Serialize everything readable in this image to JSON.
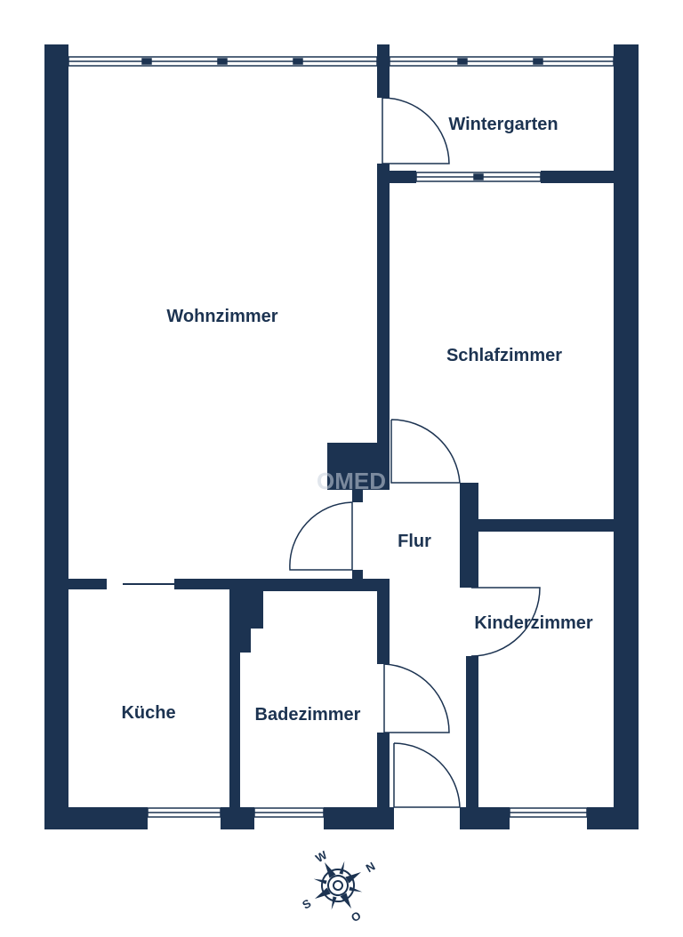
{
  "rooms": {
    "wintergarten": "Wintergarten",
    "wohnzimmer": "Wohnzimmer",
    "schlafzimmer": "Schlafzimmer",
    "flur": "Flur",
    "kinderzimmer": "Kinderzimmer",
    "kueche": "Küche",
    "badezimmer": "Badezimmer"
  },
  "watermark": "OMED",
  "compass": {
    "n": "N",
    "s": "S",
    "o": "O",
    "w": "W"
  },
  "colors": {
    "wall": "#1c3351",
    "background": "#ffffff"
  }
}
